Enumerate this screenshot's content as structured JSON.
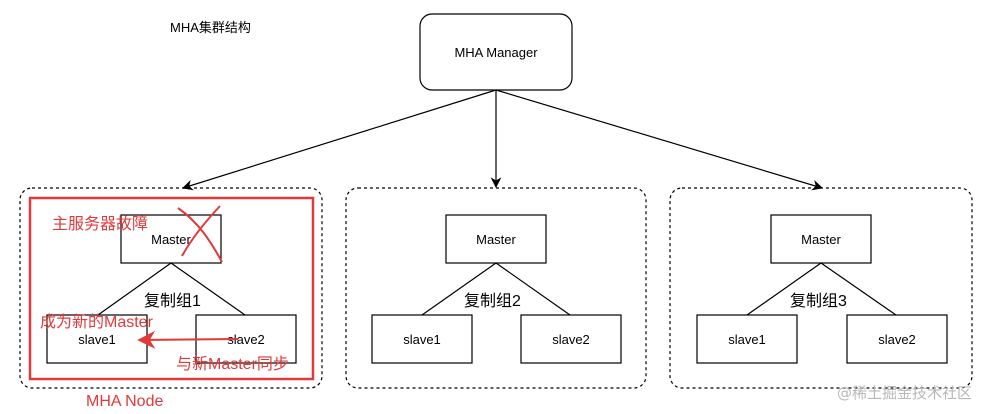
{
  "title": "MHA集群结构",
  "manager": {
    "label": "MHA  Manager"
  },
  "groups": [
    {
      "name": "复制组1",
      "master": "Master",
      "slaves": [
        "slave1",
        "slave2"
      ]
    },
    {
      "name": "复制组2",
      "master": "Master",
      "slaves": [
        "slave1",
        "slave2"
      ]
    },
    {
      "name": "复制组3",
      "master": "Master",
      "slaves": [
        "slave1",
        "slave2"
      ]
    }
  ],
  "annotations": {
    "master_failure": "主服务器故障",
    "become_master": "成为新的Master",
    "sync_new_master": "与新Master同步",
    "node_label": "MHA Node"
  },
  "watermark": "@稀土掘金技术社区",
  "colors": {
    "annotation": "#e03a3a",
    "line": "#000000",
    "watermark": "#b8b8b8"
  }
}
